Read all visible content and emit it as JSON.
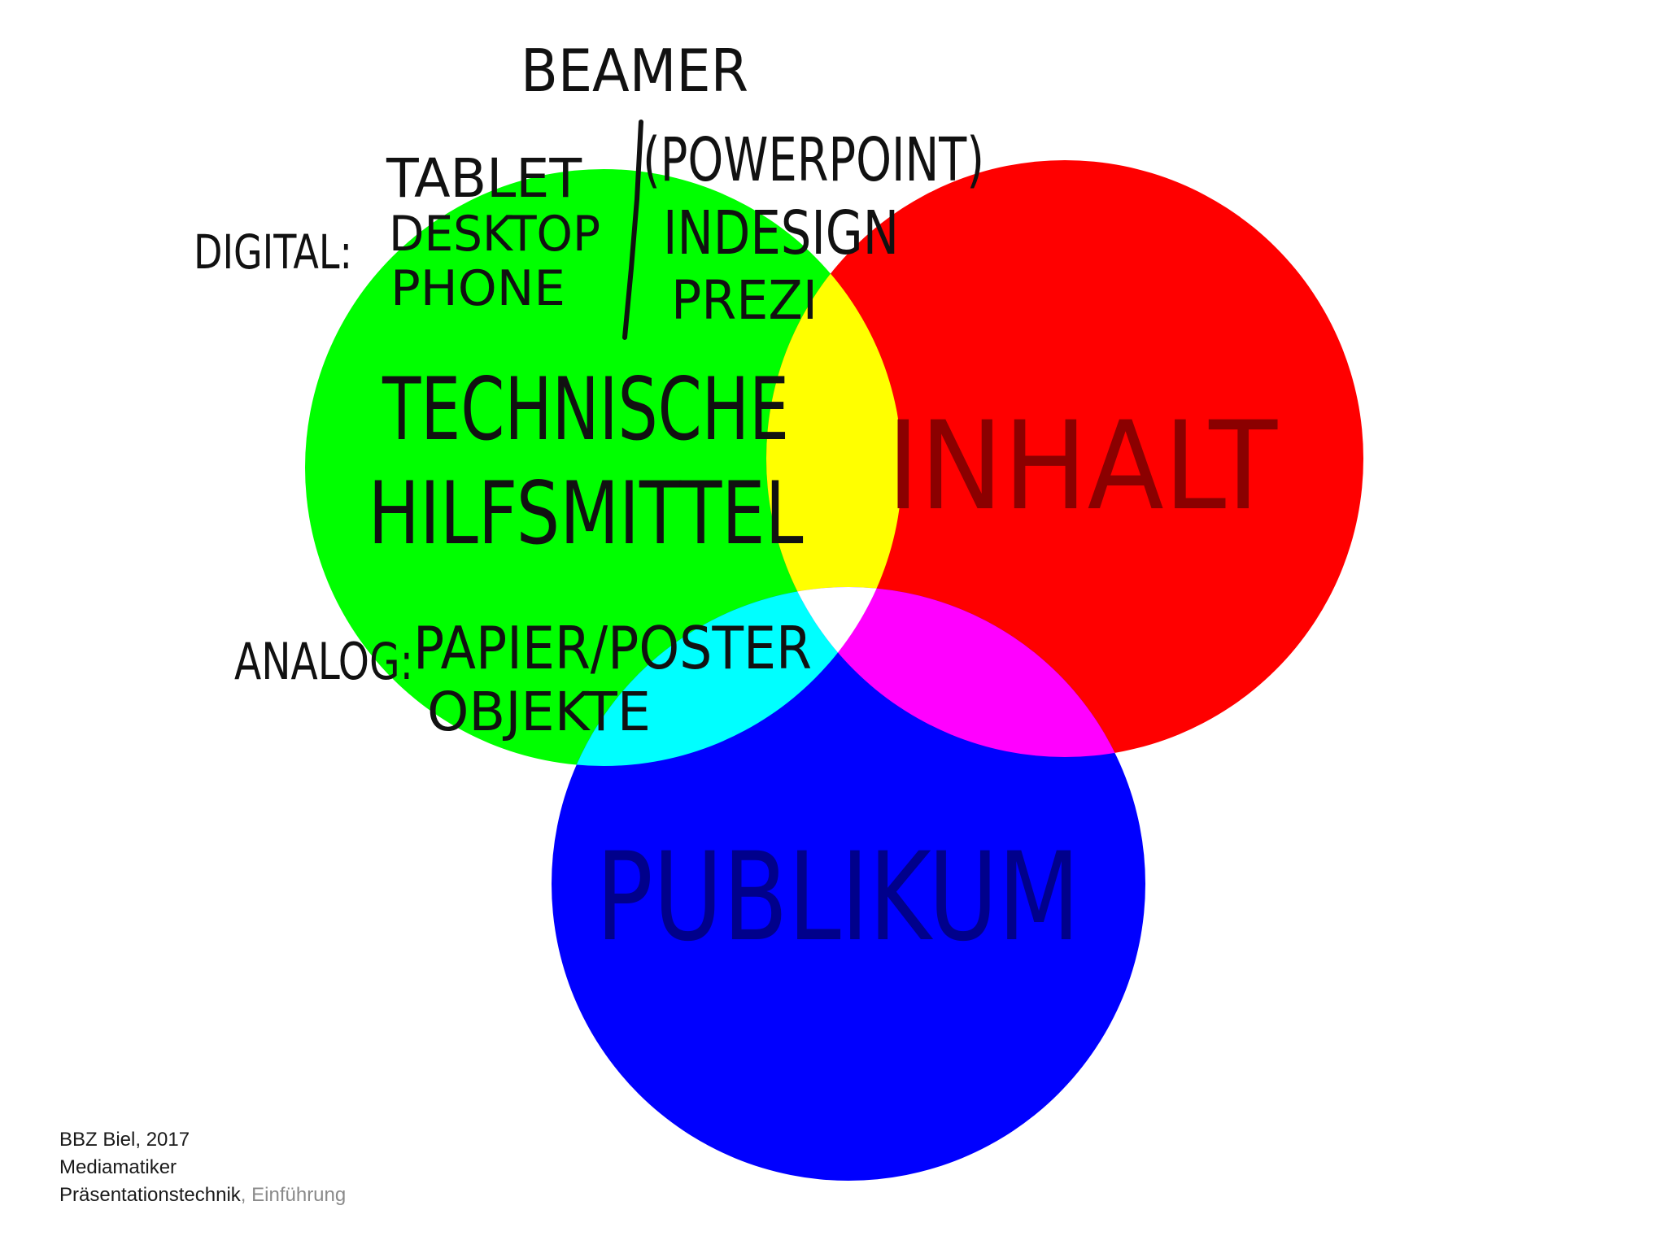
{
  "diagram": {
    "circles": [
      {
        "id": "technik",
        "label": "TECHNISCHE HILFSMITTEL",
        "color": "#00ff00"
      },
      {
        "id": "inhalt",
        "label": "INHALT",
        "color": "#ff0000",
        "label_color": "#8b0000"
      },
      {
        "id": "publikum",
        "label": "PUBLIKUM",
        "color": "#0000ff",
        "label_color": "#00008b"
      }
    ],
    "overlaps": {
      "green_red": "#ffff00",
      "green_blue": "#00ffff",
      "red_blue": "#ff00ff",
      "center": "#ffffff"
    },
    "technik_title_line1": "TECHNISCHE",
    "technik_title_line2": "HILFSMITTEL",
    "inhalt_title": "INHALT",
    "publikum_title": "PUBLIKUM",
    "beamer": "BEAMER",
    "digital_label": "DIGITAL:",
    "digital_devices": [
      "TABLET",
      "DESKTOP",
      "PHONE"
    ],
    "software": [
      "(POWERPOINT)",
      "INDESIGN",
      "PREZI"
    ],
    "analog_label": "ANALOG:",
    "analog_items": [
      "PAPIER/POSTER",
      "OBJEKTE"
    ]
  },
  "footer": {
    "line1": "BBZ Biel, 2017",
    "line2": "Mediamatiker",
    "line3_main": "Präsentationstechnik",
    "line3_sep": ", ",
    "line3_muted": "Einführung"
  }
}
